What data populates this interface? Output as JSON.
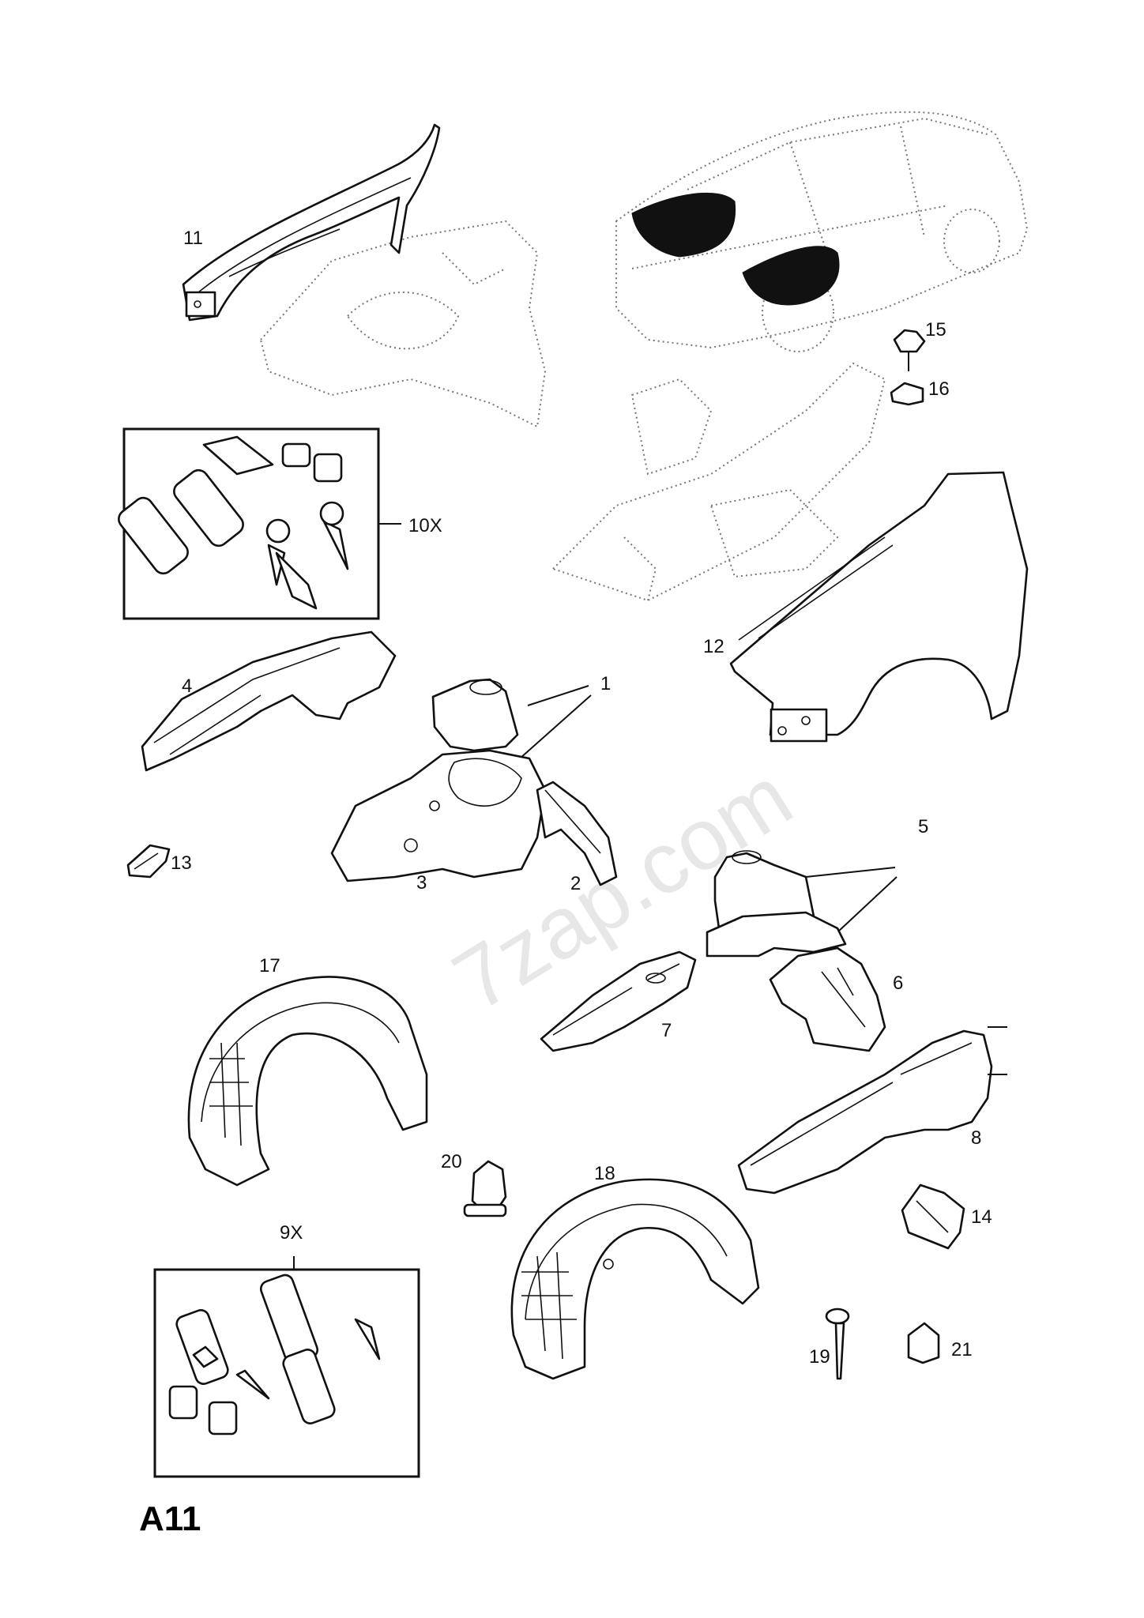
{
  "page_code": "A11",
  "watermark": "7zap.com",
  "callouts": {
    "c1": "1",
    "c2": "2",
    "c3": "3",
    "c4": "4",
    "c5": "5",
    "c6": "6",
    "c7": "7",
    "c8": "8",
    "c9x": "9X",
    "c10x": "10X",
    "c11": "11",
    "c12": "12",
    "c13": "13",
    "c14": "14",
    "c15": "15",
    "c16": "16",
    "c17": "17",
    "c18": "18",
    "c19": "19",
    "c20": "20",
    "c21": "21"
  },
  "colors": {
    "line": "#111111",
    "ghost": "#777777",
    "watermark": "#d4d4d4"
  }
}
